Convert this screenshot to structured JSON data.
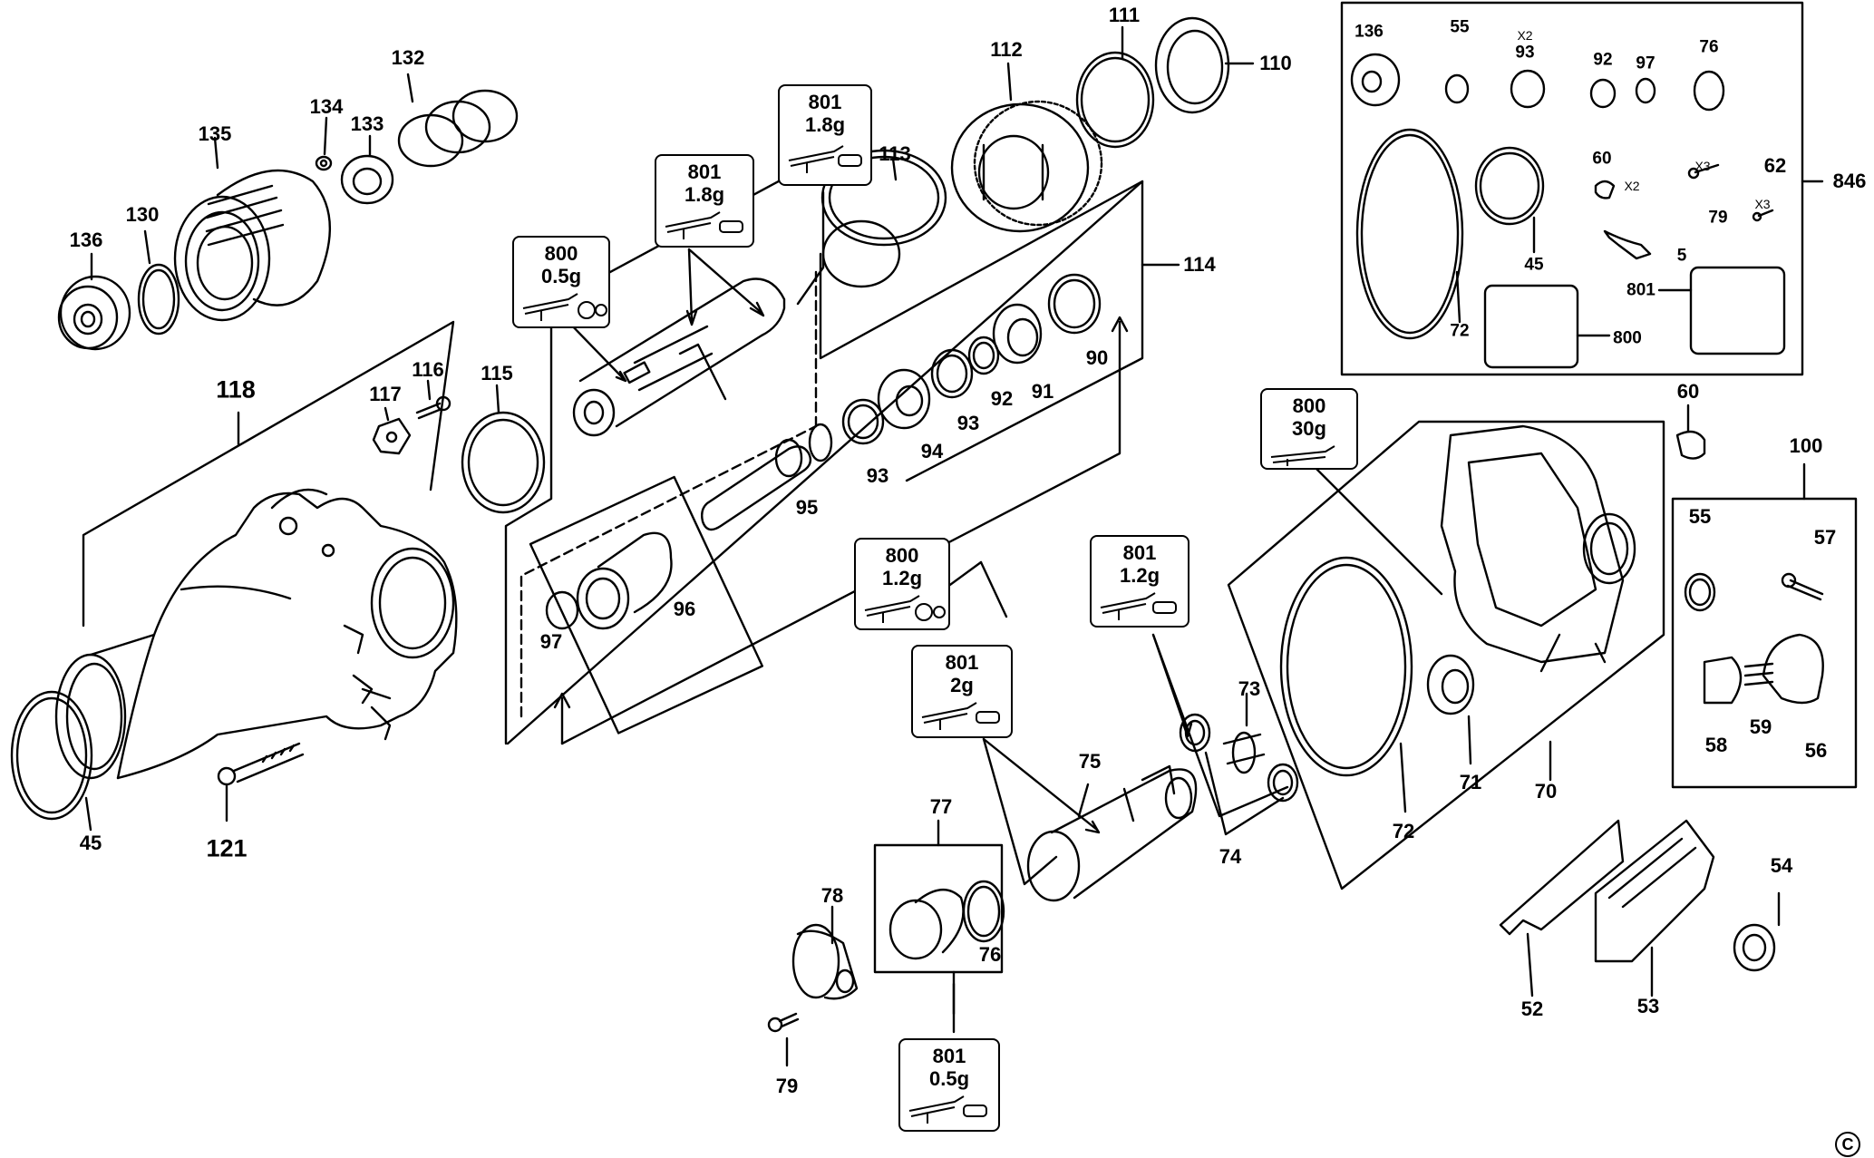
{
  "diagram": {
    "part_labels": [
      "45",
      "52",
      "53",
      "54",
      "55",
      "56",
      "57",
      "58",
      "59",
      "60",
      "62",
      "70",
      "71",
      "72",
      "73",
      "74",
      "75",
      "76",
      "77",
      "78",
      "79",
      "90",
      "91",
      "92",
      "93",
      "94",
      "95",
      "96",
      "97",
      "100",
      "110",
      "111",
      "112",
      "113",
      "114",
      "115",
      "116",
      "117",
      "118",
      "121",
      "130",
      "132",
      "133",
      "134",
      "135",
      "136",
      "846"
    ],
    "kit_846": {
      "items": [
        "136",
        "55",
        "93",
        "92",
        "97",
        "76",
        "60",
        "79",
        "62",
        "45",
        "5",
        "72",
        "801",
        "800"
      ],
      "multipliers": {
        "m93": "X2",
        "m60": "X2",
        "m79": "X3",
        "m62": "X3"
      }
    },
    "kit_100": [
      "55",
      "57",
      "58",
      "59",
      "56"
    ],
    "lubricant_boxes": [
      {
        "code": "801",
        "qty": "1.8g"
      },
      {
        "code": "801",
        "qty": "1.8g"
      },
      {
        "code": "800",
        "qty": "0.5g"
      },
      {
        "code": "800",
        "qty": "30g"
      },
      {
        "code": "800",
        "qty": "1.2g"
      },
      {
        "code": "801",
        "qty": "1.2g"
      },
      {
        "code": "801",
        "qty": "2g"
      },
      {
        "code": "801",
        "qty": "0.5g"
      }
    ],
    "copyright_symbol": "C"
  }
}
